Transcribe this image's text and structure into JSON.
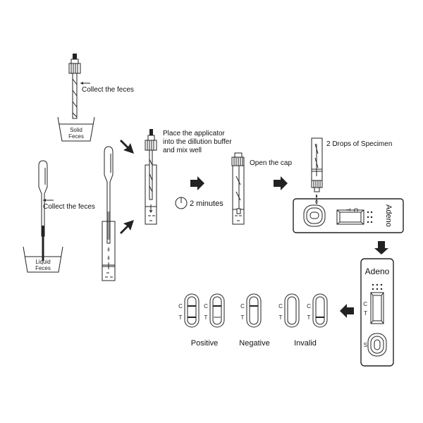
{
  "diagram": {
    "title": "Adenovirus rapid test procedure",
    "steps": {
      "solid_collect": {
        "label": "Collect the feces",
        "container_label_1": "Solid",
        "container_label_2": "Feces"
      },
      "liquid_collect": {
        "label": "Collect the feces",
        "container_label_1": "Liquid",
        "container_label_2": "Feces"
      },
      "mix": {
        "line1": "Place the applicator",
        "line2": "into the dillution buffer",
        "line3": "and mix well"
      },
      "wait": {
        "label": "2 minutes"
      },
      "open": {
        "label": "Open the cap"
      },
      "drops": {
        "label": "2 Drops of Specimen"
      }
    },
    "cassette": {
      "brand": "Adeno",
      "control_mark": "C",
      "test_mark": "T",
      "sample_mark": "S"
    },
    "results": {
      "positive": {
        "label": "Positive"
      },
      "negative": {
        "label": "Negative"
      },
      "invalid": {
        "label": "Invalid"
      },
      "c_mark": "C",
      "t_mark": "T"
    },
    "colors": {
      "ink": "#222222",
      "background": "#ffffff",
      "faint_line": "#999999"
    }
  }
}
